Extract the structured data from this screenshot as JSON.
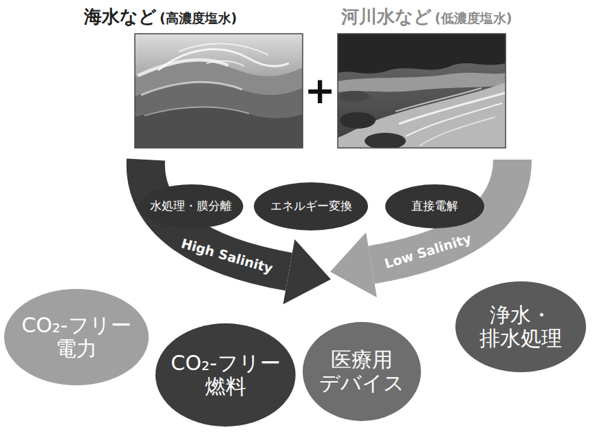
{
  "diagram": {
    "nodes": [
      {
        "text": [
          "水処理・膜分離"
        ]
      },
      {
        "text": [
          "エネルギー変換"
        ]
      },
      {
        "text": [
          "直接電解"
        ]
      },
      {
        "text": [
          "CO₂-フリー 電力"
        ]
      },
      {
        "text": [
          "CO₂-フリー 燃料"
        ]
      },
      {
        "text": [
          "医療用 デバイス"
        ]
      },
      {
        "text": [
          "浄水・ 排水処理"
        ]
      }
    ],
    "labels": [
      "海水など",
      "(高濃度塩水)",
      "河川水など",
      "(低濃度塩水)",
      "+",
      "High Salinity",
      "Low Salinity"
    ]
  }
}
